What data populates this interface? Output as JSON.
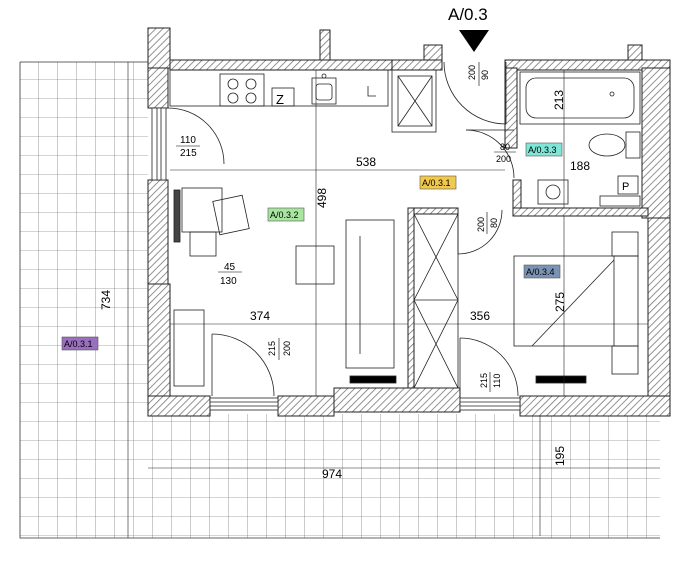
{
  "unit_id": "A/0.3",
  "colors": {
    "wall_hatch": "#777777",
    "grid_line": "#555555",
    "tag_main": "#f2c94c",
    "tag_living": "#a8e6a0",
    "tag_bath": "#7fe6d8",
    "tag_bedroom": "#7a92b3",
    "tag_terrace": "#9a6fbf"
  },
  "rooms": {
    "hall": {
      "tag": "A/0.3.1",
      "dim": "538"
    },
    "living": {
      "tag": "A/0.3.2",
      "dim_width": "374",
      "dim_height": "498"
    },
    "bathroom": {
      "tag": "A/0.3.3",
      "dim_width": "188",
      "dim_height": "213"
    },
    "bedroom": {
      "tag": "A/0.3.4",
      "dim_width": "356",
      "dim_height": "275"
    },
    "terrace": {
      "tag": "A/0.3.1",
      "dim_width": "974",
      "dim_height": "195",
      "dim_side": "734"
    }
  },
  "openings": {
    "entry_door": {
      "w": "90",
      "h": "200"
    },
    "bath_door": {
      "w": "80",
      "h": "200"
    },
    "bed_door": {
      "w": "80",
      "h": "200"
    },
    "window_left": {
      "w": "110",
      "h": "215"
    },
    "niche": {
      "w": "45",
      "h": "130"
    },
    "living_door": {
      "w": "215",
      "h": "200"
    },
    "bedroom_window": {
      "w": "110",
      "h": "215"
    }
  },
  "icons": {
    "entrance": "entrance-arrow-icon"
  }
}
